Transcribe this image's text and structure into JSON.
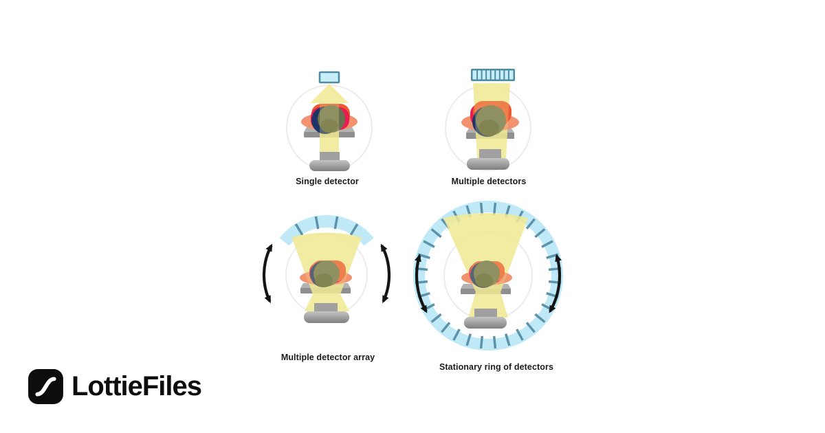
{
  "page": {
    "background": "#FFFFFF"
  },
  "palette": {
    "bg": "#FFFFFF",
    "beam": "#F0EA93",
    "det-fill": "#C8EEF9",
    "det-border": "#4F8CA3",
    "ring-fill": "#C0E9F7",
    "ring-tick": "#5C93AA",
    "arms": "#F2926F",
    "torso-red": "#E81C4F",
    "torso-orange": "#ED5A33",
    "head-navy": "#1D3468",
    "head-olive": "#6B7150",
    "head-blob": "#59603A",
    "table-top": "#B2B2B2",
    "table-front": "#8F8F8F",
    "gantry": "#ECECEC",
    "arrow": "#151515",
    "label": "#1B1B1B",
    "logo": "#0D0D0D"
  },
  "figure": {
    "panels": [
      {
        "id": "single-detector",
        "label": "Single detector",
        "detector_cells": 1
      },
      {
        "id": "multiple-detectors",
        "label": "Multiple detectors",
        "detector_cells": 9
      },
      {
        "id": "multiple-detector-array",
        "label": "Multiple detector array",
        "detector_cells": 5
      },
      {
        "id": "stationary-ring",
        "label": "Stationary ring of detectors",
        "ring_segments": 32
      }
    ]
  },
  "logo": {
    "brand": "LottieFiles",
    "icon": "lottie-s-curve-icon"
  }
}
